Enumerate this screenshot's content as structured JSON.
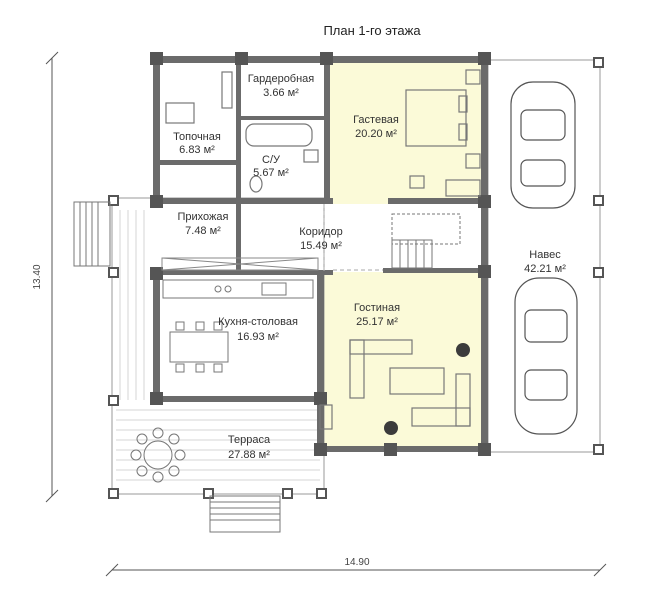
{
  "title": "План 1-го этажа",
  "dimensions": {
    "height": "13.40",
    "width": "14.90"
  },
  "rooms": [
    {
      "key": "garderobnaya",
      "name": "Гардеробная",
      "area": "3.66 м²"
    },
    {
      "key": "topochnaya",
      "name": "Топочная",
      "area": "6.83 м²"
    },
    {
      "key": "su",
      "name": "С/У",
      "area": "5.67 м²"
    },
    {
      "key": "gostevaya",
      "name": "Гастевая",
      "area": "20.20 м²"
    },
    {
      "key": "prihozhaya",
      "name": "Прихожая",
      "area": "7.48 м²"
    },
    {
      "key": "koridor",
      "name": "Коридор",
      "area": "15.49 м²"
    },
    {
      "key": "naves",
      "name": "Навес",
      "area": "42.21 м²"
    },
    {
      "key": "kuhnya",
      "name": "Кухня-столовая",
      "area": "16.93 м²"
    },
    {
      "key": "gostinaya",
      "name": "Гостиная",
      "area": "25.17 м²"
    },
    {
      "key": "terrasa",
      "name": "Терраса",
      "area": "27.88 м²"
    }
  ],
  "colors": {
    "wall": "#6b6b6b",
    "highlight": "#fbfad8",
    "line": "#555555"
  }
}
